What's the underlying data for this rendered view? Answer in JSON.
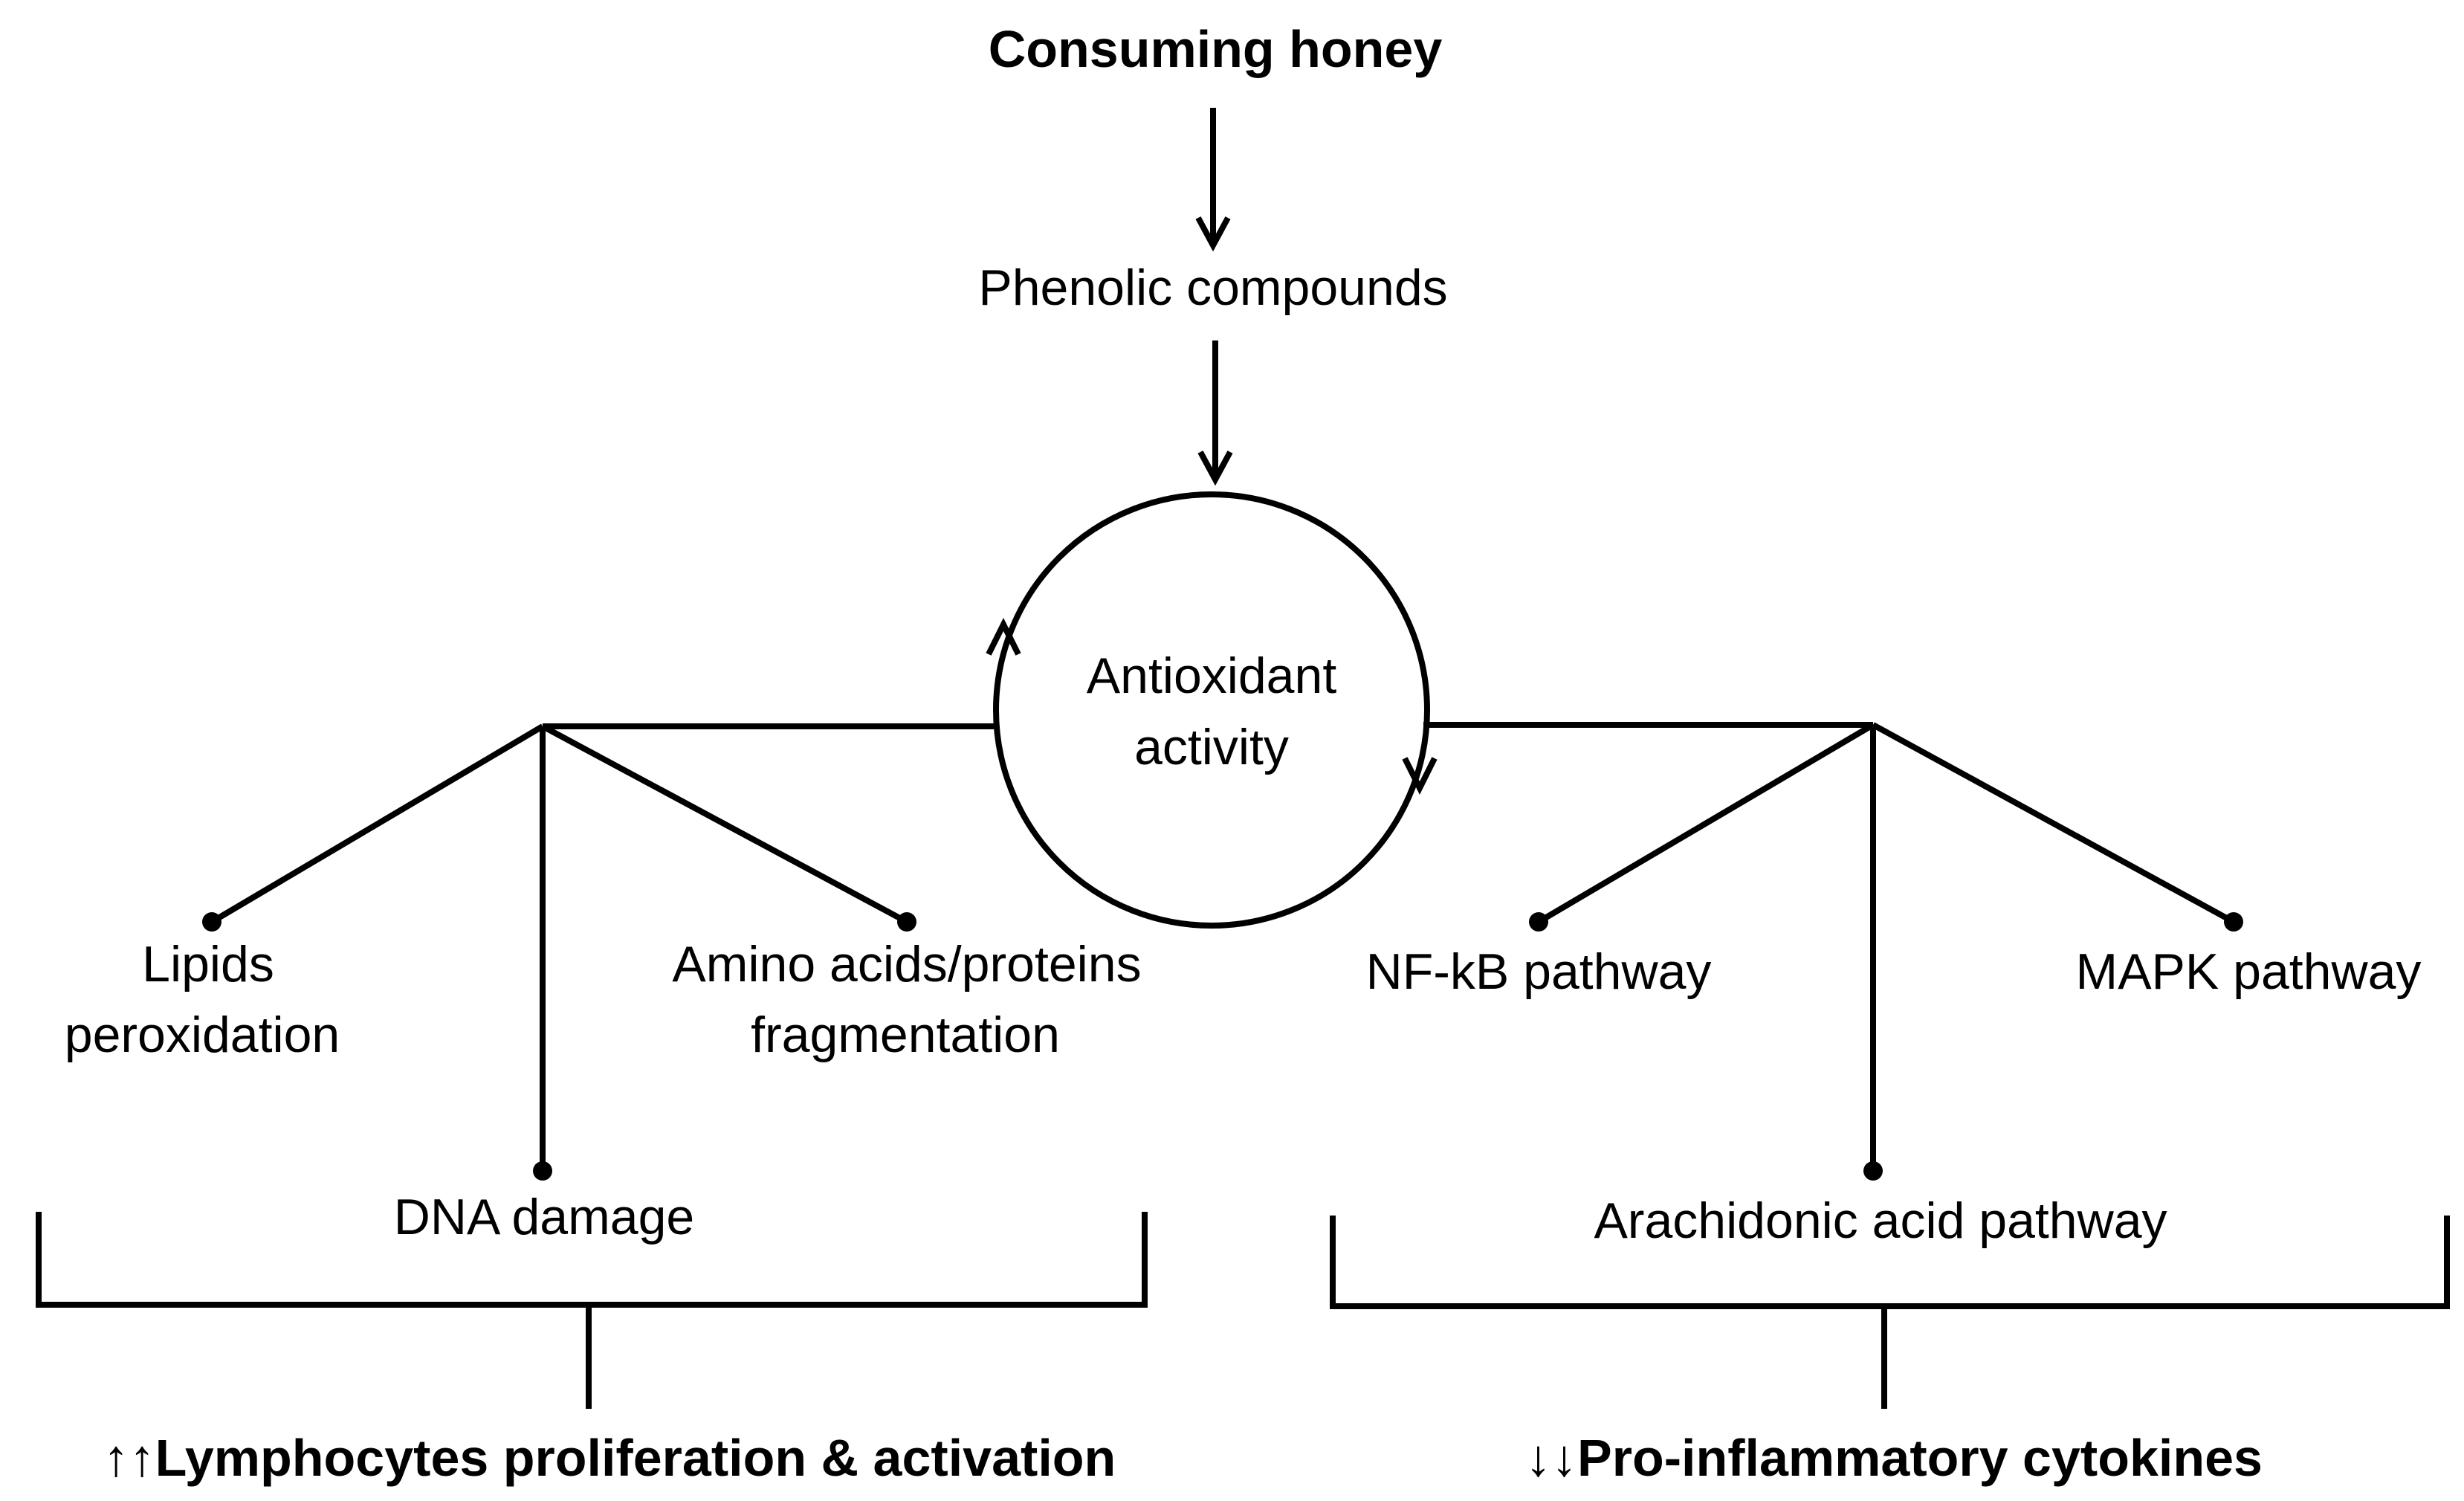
{
  "diagram": {
    "top": "Consuming honey",
    "compounds": "Phenolic compounds",
    "center": {
      "line1": "Antioxidant",
      "line2": "activity"
    },
    "left_targets": {
      "lipids": {
        "line1": "Lipids",
        "line2": "peroxidation"
      },
      "dna": "DNA damage",
      "amino": {
        "line1": "Amino acids/proteins",
        "line2": "fragmentation"
      }
    },
    "right_targets": {
      "nfkb": "NF-kB pathway",
      "arachidonic": "Arachidonic acid pathway",
      "mapk": "MAPK pathway"
    },
    "outcomes": {
      "left": "↑↑Lymphocytes proliferation & activation",
      "right": "↓↓Pro-inflammatory cytokines"
    }
  },
  "colors": {
    "ink": "#000000",
    "background": "#ffffff"
  }
}
